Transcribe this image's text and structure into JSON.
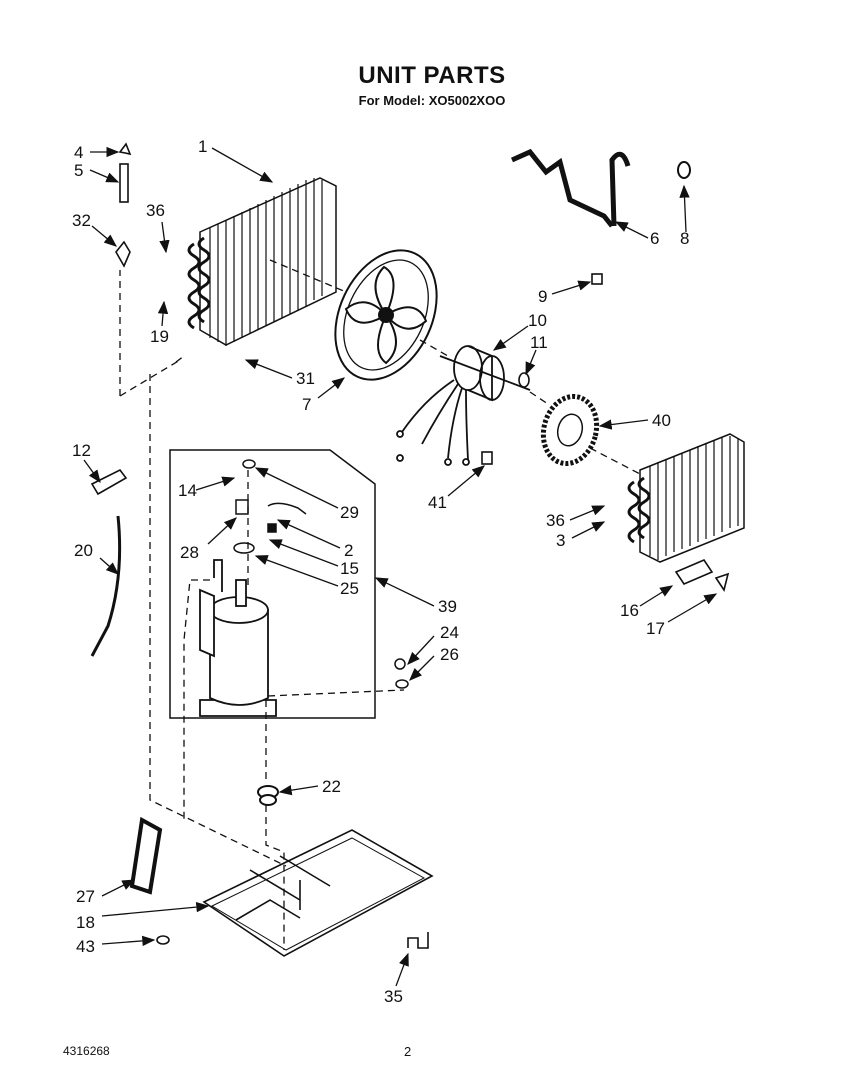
{
  "header": {
    "title": "UNIT PARTS",
    "subtitle": "For Model: XO5002XOO"
  },
  "footer": {
    "doc_number": "4316268",
    "page_number": "2"
  },
  "callouts": {
    "c1": "1",
    "c2": "2",
    "c3": "3",
    "c4": "4",
    "c5": "5",
    "c6": "6",
    "c7": "7",
    "c8": "8",
    "c9": "9",
    "c10": "10",
    "c11": "11",
    "c12": "12",
    "c14": "14",
    "c15": "15",
    "c16": "16",
    "c17": "17",
    "c18": "18",
    "c19": "19",
    "c20": "20",
    "c22": "22",
    "c24": "24",
    "c25": "25",
    "c26": "26",
    "c27": "27",
    "c28": "28",
    "c29": "29",
    "c31": "31",
    "c32": "32",
    "c35": "35",
    "c36a": "36",
    "c36b": "36",
    "c39": "39",
    "c40": "40",
    "c41": "41",
    "c43": "43"
  }
}
